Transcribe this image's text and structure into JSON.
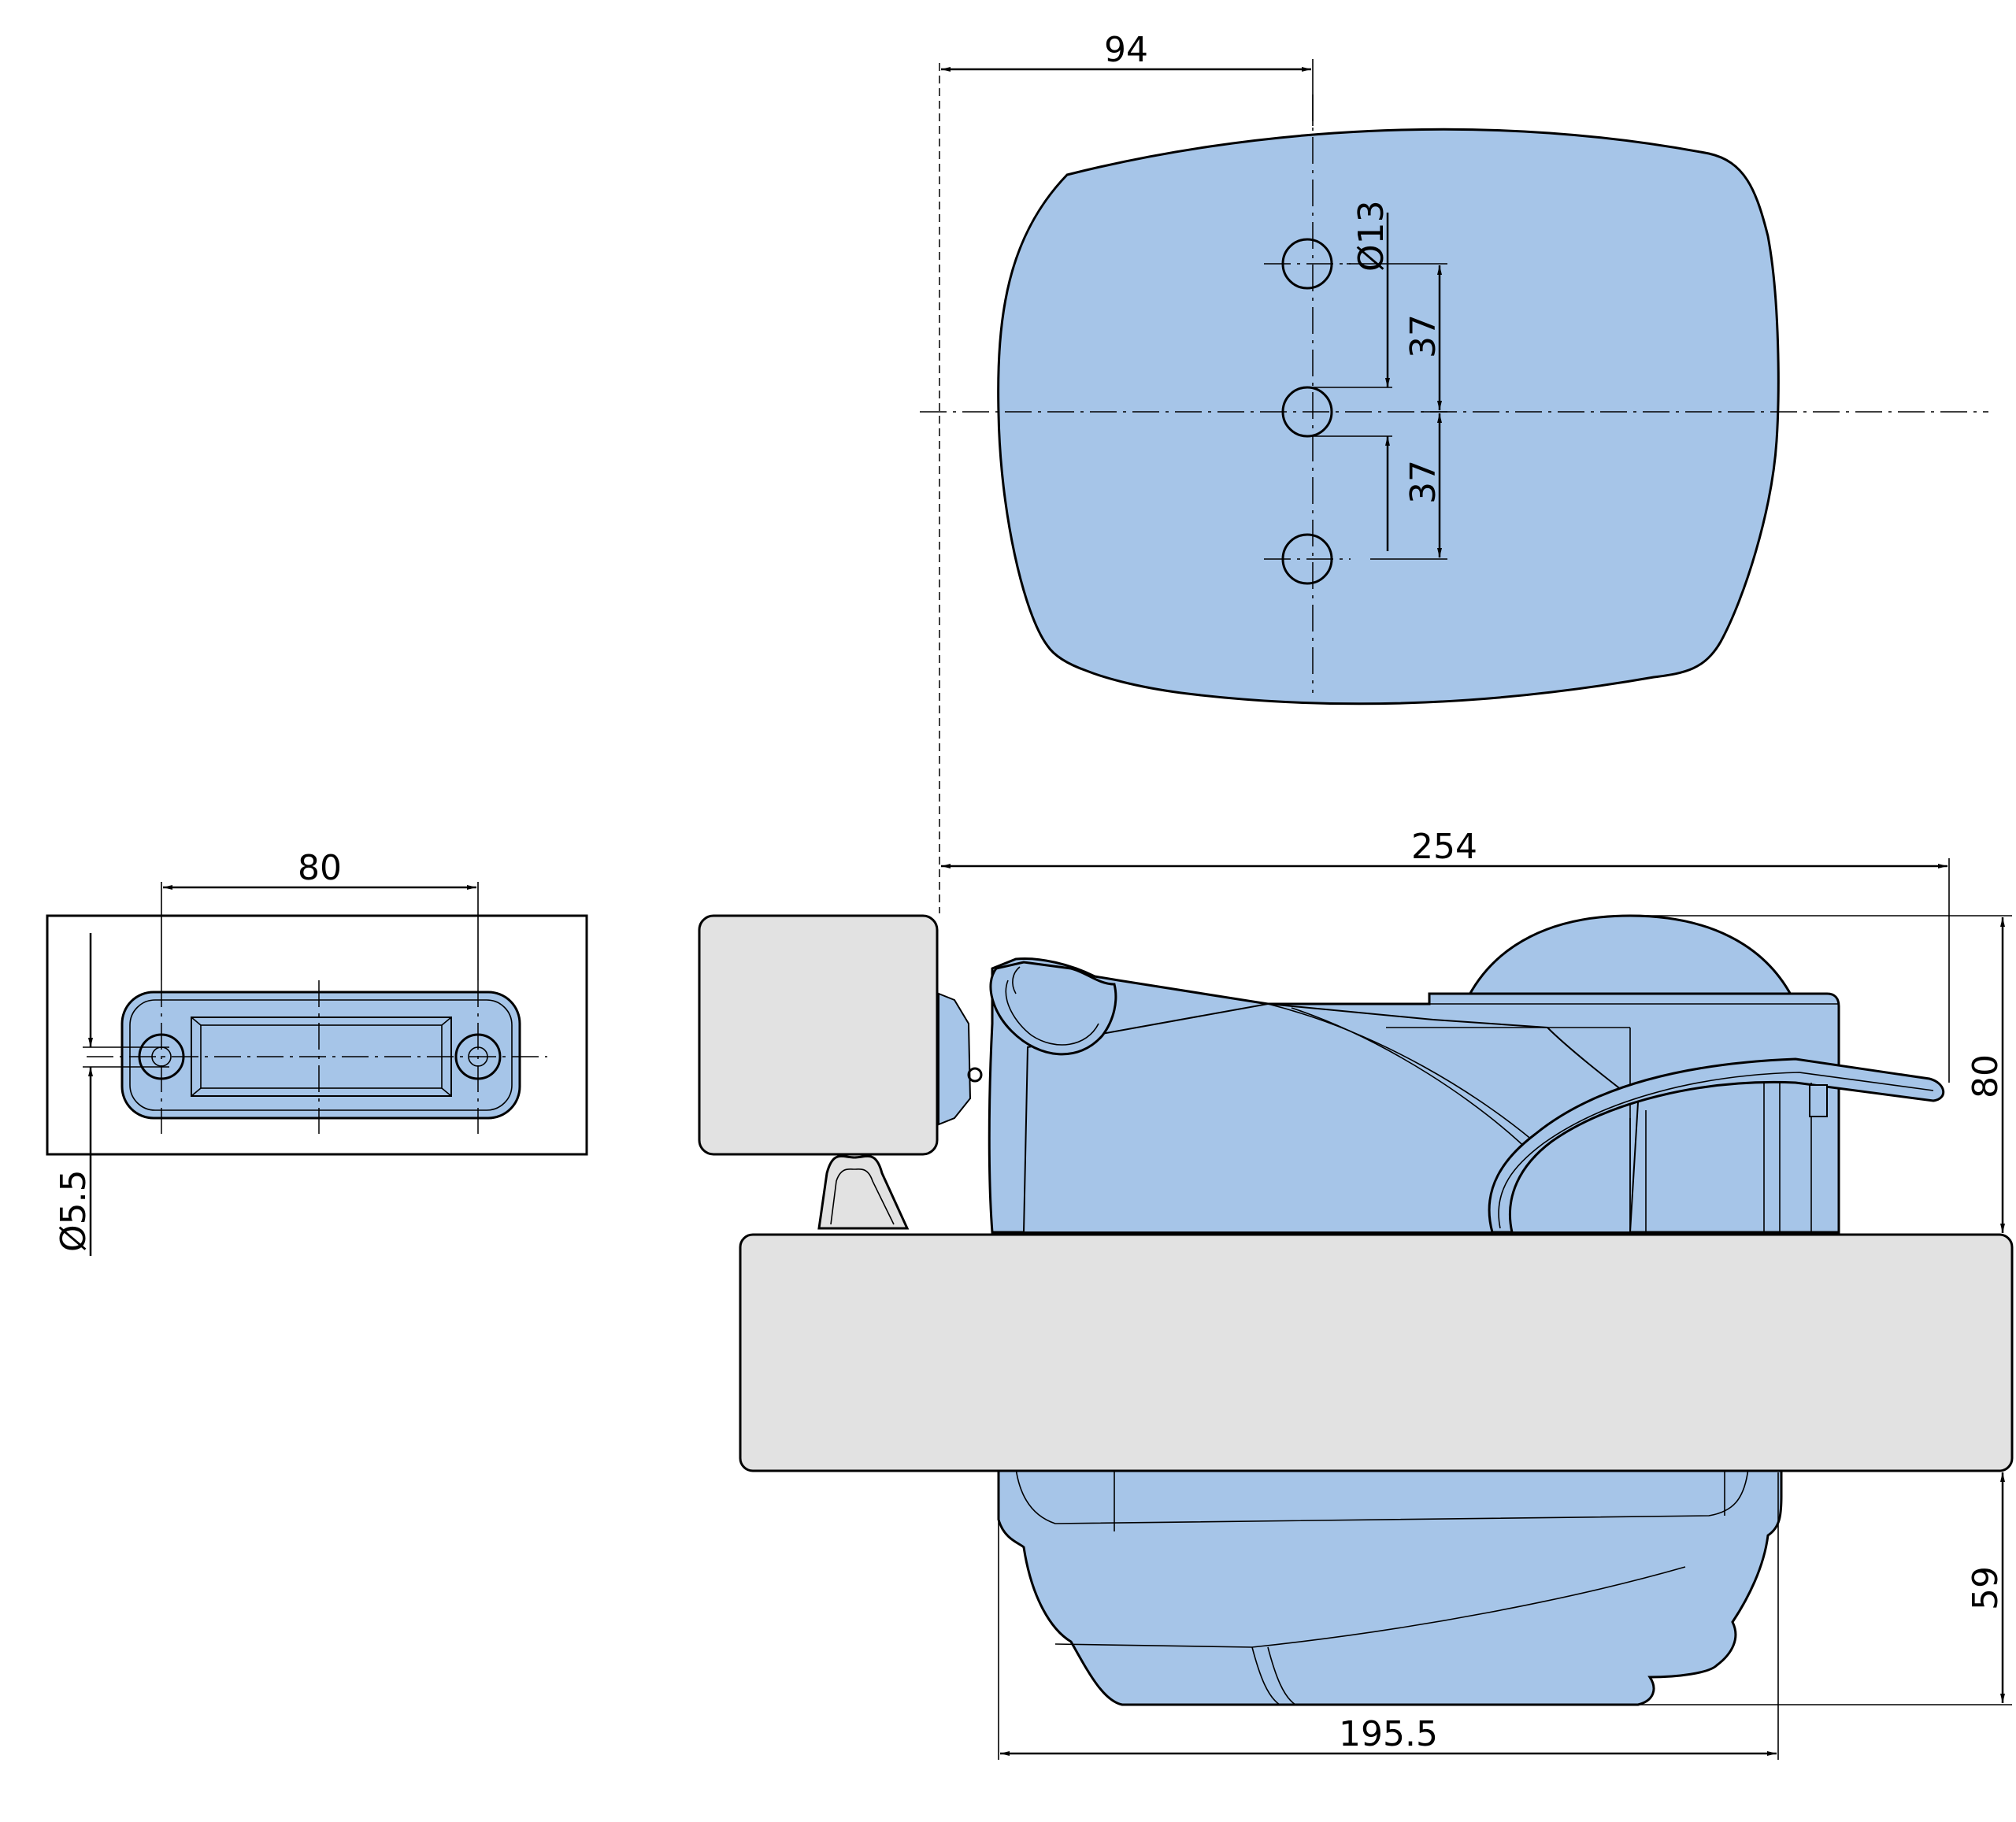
{
  "colors": {
    "part_fill": "#a6c5e8",
    "mount_fill": "#e2e2e2",
    "line": "#000000"
  },
  "dimensions": {
    "top_offset": "94",
    "hole_diameter": "Ø13",
    "hole_pitch_upper": "37",
    "hole_pitch_lower": "37",
    "overall_width": "254",
    "height_above": "80",
    "height_below": "59",
    "bottom_width": "195.5",
    "bracket_hole_spacing": "80",
    "bracket_hole_diameter": "Ø5.5"
  }
}
